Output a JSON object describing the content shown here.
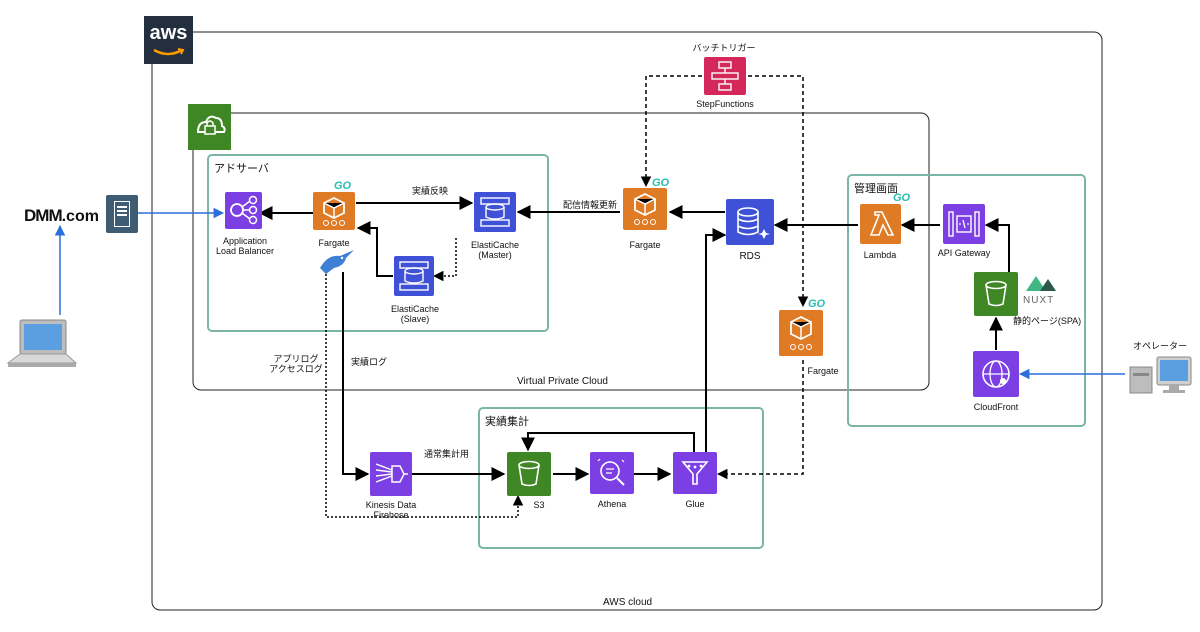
{
  "groups": {
    "aws_cloud": "AWS cloud",
    "vpc": "Virtual Private Cloud",
    "ad_server": "アドサーバ",
    "admin": "管理画面",
    "aggregation": "実績集計"
  },
  "nodes": {
    "dmm_logo_main": "DMM",
    "dmm_logo_suffix": ".com",
    "aws_logo": "aws",
    "alb": "Application\nLoad Balancer",
    "fargate_ad": "Fargate",
    "cache_master": "ElastiCache\n(Master)",
    "cache_slave": "ElastiCache\n(Slave)",
    "fargate_delivery": "Fargate",
    "rds": "RDS",
    "fargate_batch": "Fargate",
    "stepfunctions": "StepFunctions",
    "lambda": "Lambda",
    "api_gateway": "API Gateway",
    "s3_static": "静的ページ(SPA)",
    "nuxt": "NUXT",
    "cloudfront": "CloudFront",
    "firehose": "Kinesis Data\nFirehose",
    "s3": "S3",
    "athena": "Athena",
    "glue": "Glue",
    "operator": "オペレーター",
    "go_badge": "GO"
  },
  "edge_labels": {
    "result_reflect": "実績反映",
    "delivery_update": "配信情報更新",
    "batch_trigger": "バッチトリガー",
    "app_log": "アプリログ\nアクセスログ",
    "result_log": "実績ログ",
    "normal_agg": "通常集計用"
  },
  "colors": {
    "compute": "#E07B25",
    "network": "#7B3FE4",
    "database": "#3F51D6",
    "storage": "#3F8624",
    "integration": "#D4285A",
    "vpc": "#3F8624",
    "group_border": "#7AB5A8",
    "user_link": "#2A6FDB"
  }
}
